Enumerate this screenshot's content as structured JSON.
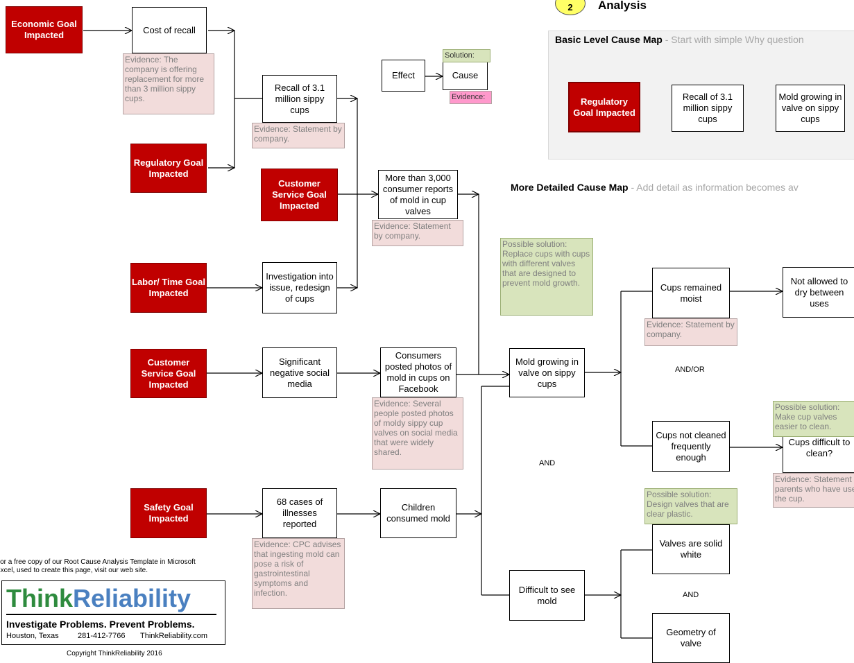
{
  "header": {
    "step_number": "2",
    "step_title": "Analysis"
  },
  "basic_map": {
    "title": "Basic Level Cause Map",
    "subtitle": " - Start with simple Why question",
    "goal": "Regulatory Goal Impacted",
    "recall": "Recall of 3.1 million sippy cups",
    "mold": "Mold growing in valve on sippy cups"
  },
  "detailed_map": {
    "title": "More Detailed Cause Map",
    "subtitle": " - Add detail as information becomes av"
  },
  "legend": {
    "effect": "Effect",
    "cause": "Cause",
    "solution": "Solution:",
    "evidence": "Evidence:"
  },
  "goals": {
    "economic": "Economic Goal Impacted",
    "regulatory": "Regulatory Goal Impacted",
    "customer_service_1": "Customer Service Goal Impacted",
    "labor_time": "Labor/ Time Goal Impacted",
    "customer_service_2": "Customer Service Goal Impacted",
    "safety": "Safety  Goal Impacted"
  },
  "causes": {
    "cost_of_recall": "Cost of recall",
    "recall": "Recall of 3.1 million sippy cups",
    "consumer_reports": "More than 3,000 consumer reports of mold in cup valves",
    "investigation": "Investigation into issue, redesign of cups",
    "negative_social": "Significant negative social media",
    "posted_photos": "Consumers posted photos of mold in cups on Facebook",
    "mold_growing": "Mold growing in valve on sippy cups",
    "illnesses": "68 cases of illnesses reported",
    "children_consumed": "Children consumed mold",
    "difficult_to_see": "Difficult to see mold",
    "remained_moist": "Cups remained moist",
    "not_allowed_dry": "Not allowed to dry between uses",
    "not_cleaned": "Cups not cleaned frequently enough",
    "difficult_clean": "Cups difficult to clean?",
    "solid_white": "Valves are solid white",
    "geometry": "Geometry of valve"
  },
  "evidence": {
    "cost": "Evidence: The company is offering replacement for more than 3 million sippy cups.",
    "recall": "Evidence: Statement by company.",
    "reports": "Evidence: Statement by company.",
    "photos": "Evidence: Several people posted photos of moldy sippy cup valves on social media that were widely shared.",
    "illness": "Evidence: CPC advises that ingesting mold can pose a risk of gastrointestinal symptoms and infection.",
    "moist": "Evidence: Statement by company.",
    "clean": "Evidence: Statement by parents who have used the cup."
  },
  "solutions": {
    "replace": "Possible solution: Replace cups with cups with different valves that are designed to prevent mold growth.",
    "easier": "Possible solution: Make cup valves easier to clean.",
    "clear": "Possible solution: Design valves that are clear plastic."
  },
  "connectors": {
    "and_or": "AND/OR",
    "and_1": "AND",
    "and_2": "AND"
  },
  "footer": {
    "promo": "For a free copy of our Root Cause Analysis Template in Microsoft Excel, used to create this page, visit our web site.",
    "logo_part1": "Think",
    "logo_part2": "Reliability",
    "tagline": "Investigate Problems. Prevent Problems.",
    "location": "Houston, Texas",
    "phone": "281-412-7766",
    "website": "ThinkReliability.com",
    "copyright": "Copyright ThinkReliability 2016"
  }
}
